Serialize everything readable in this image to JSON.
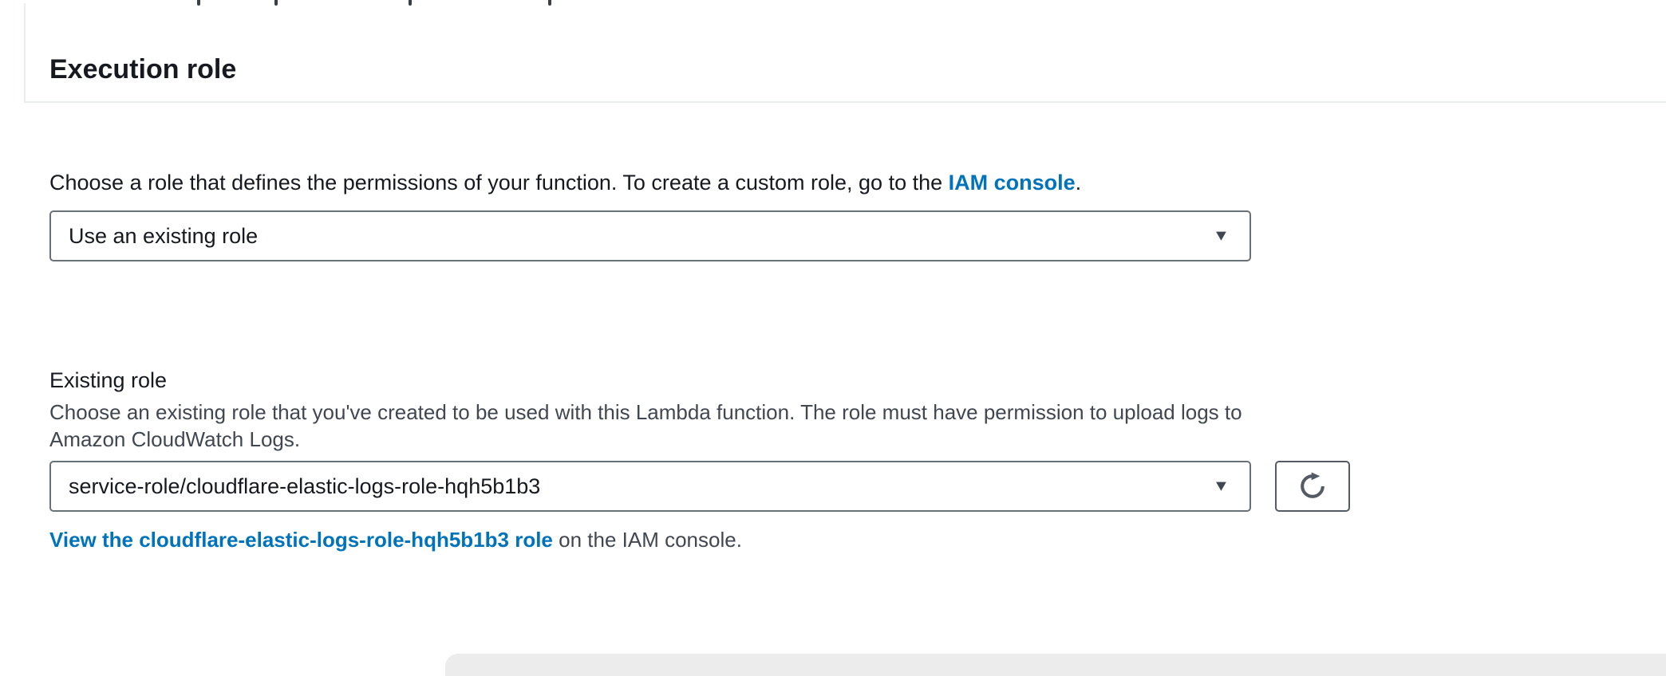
{
  "section": {
    "title": "Execution role"
  },
  "role_source": {
    "help_text": "Choose a role that defines the permissions of your function. To create a custom role, go to the ",
    "help_link_label": "IAM console",
    "help_suffix": ".",
    "selected_option": "Use an existing role"
  },
  "existing_role": {
    "label": "Existing role",
    "description_lines": [
      "Choose an existing role that you've created to be used with this Lambda function. The role must have permission to upload logs to",
      "Amazon CloudWatch Logs."
    ],
    "selected_option": "service-role/cloudflare-elastic-logs-role-hqh5b1b3",
    "view_link_label": "View the cloudflare-elastic-logs-role-hqh5b1b3 role",
    "view_link_suffix": " on the IAM console."
  },
  "icons": {
    "dropdown_caret": "▼"
  },
  "colors": {
    "link_blue": "#0073bb",
    "primary_text": "#16191f",
    "secondary_text": "#414750",
    "control_border": "#687078",
    "divider": "#eaeded"
  }
}
